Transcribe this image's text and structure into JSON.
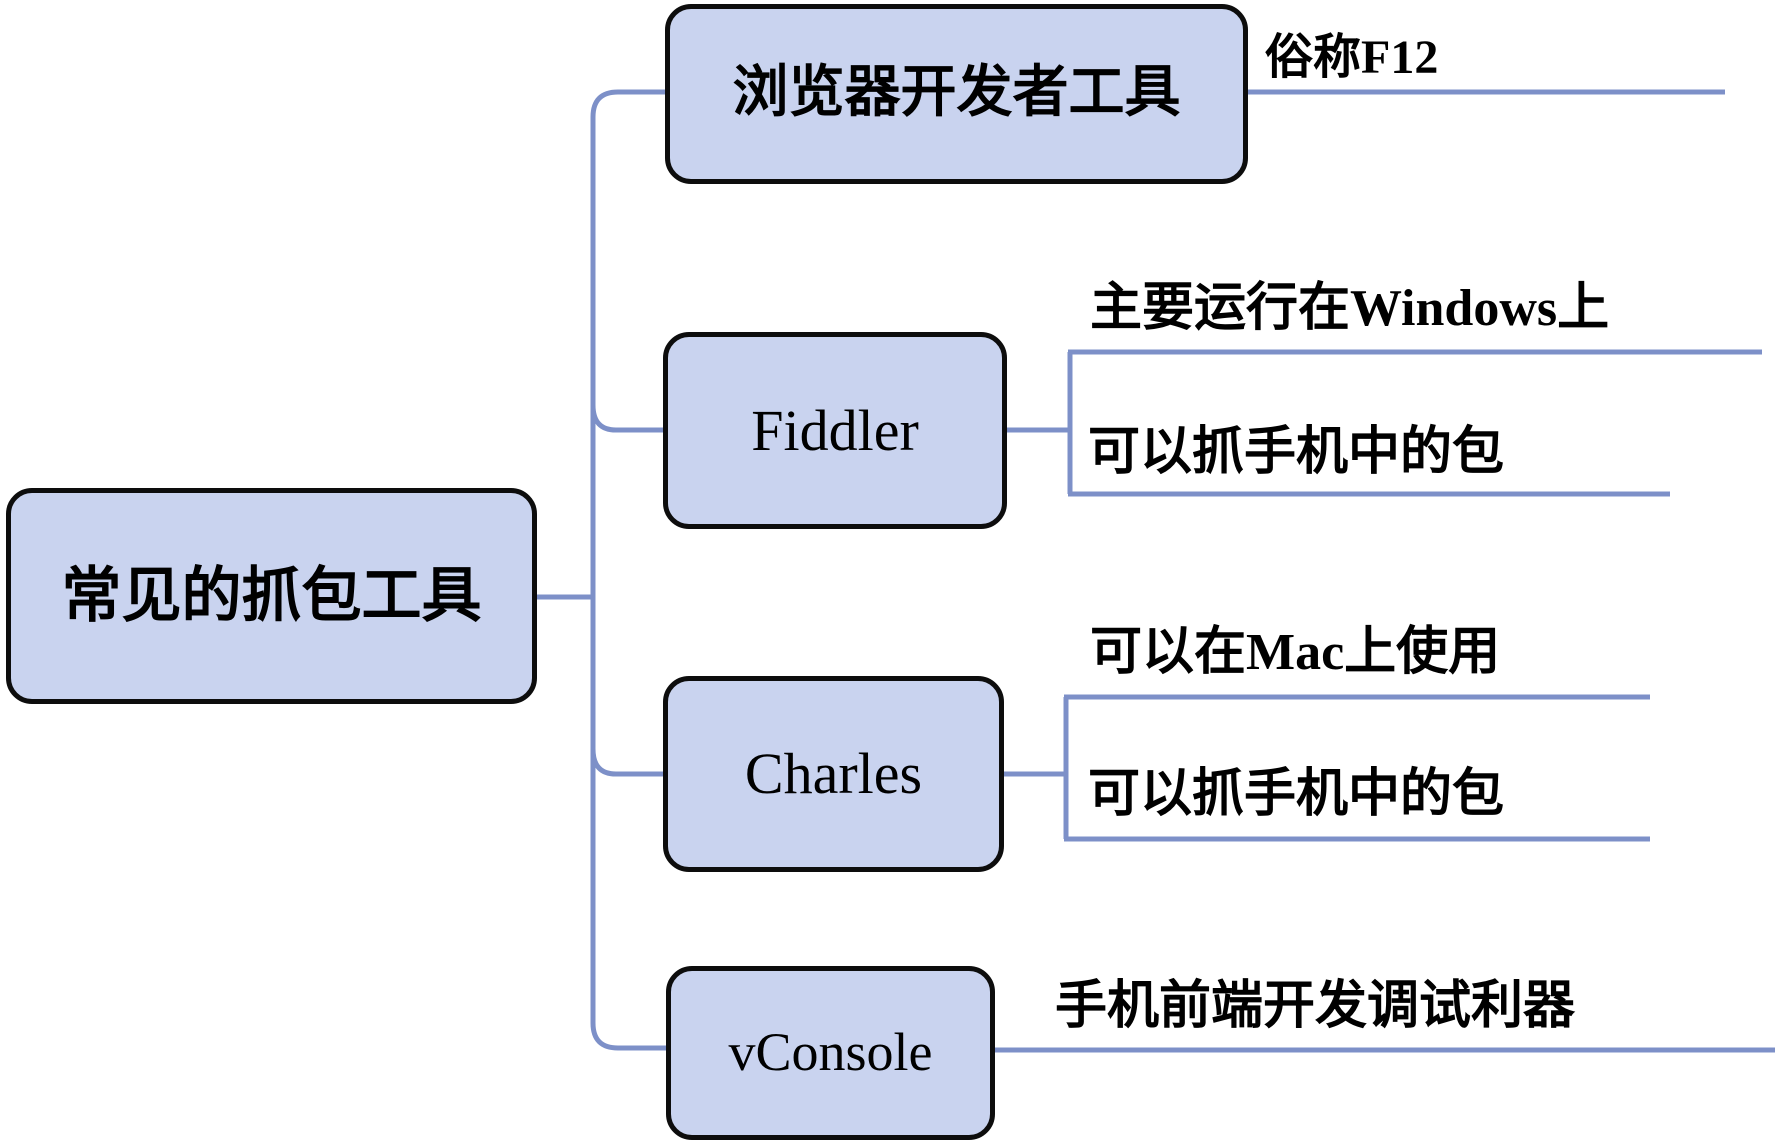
{
  "title": "常见的抓包工具",
  "colors": {
    "background": "#ffffff",
    "node_fill": "#c9d3ef",
    "node_border": "#0d0d0d",
    "connector": "#7d90c8",
    "text": "#000000"
  },
  "root": {
    "label": "常见的抓包工具"
  },
  "branches": [
    {
      "label": "浏览器开发者工具",
      "children": [
        {
          "label": "俗称F12"
        }
      ]
    },
    {
      "label": "Fiddler",
      "children": [
        {
          "label": "主要运行在Windows上"
        },
        {
          "label": "可以抓手机中的包"
        }
      ]
    },
    {
      "label": "Charles",
      "children": [
        {
          "label": "可以在Mac上使用"
        },
        {
          "label": "可以抓手机中的包"
        }
      ]
    },
    {
      "label": "vConsole",
      "children": [
        {
          "label": "手机前端开发调试利器"
        }
      ]
    }
  ]
}
